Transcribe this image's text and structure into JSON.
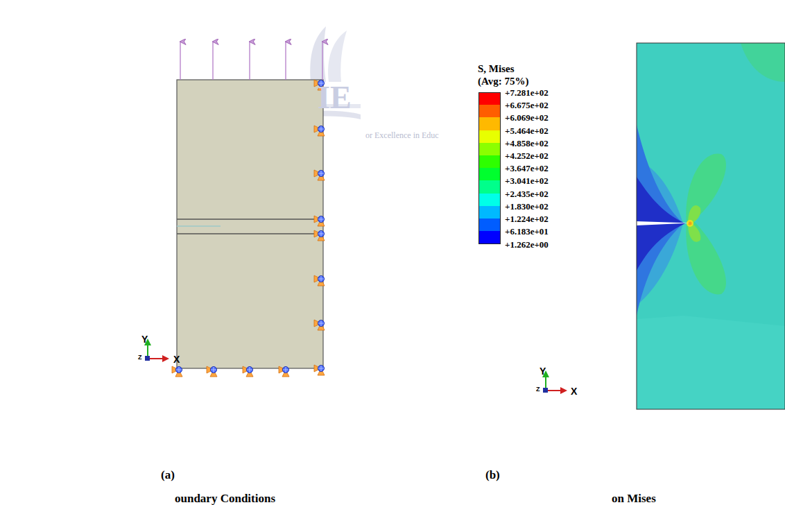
{
  "diagram": {
    "labels": [
      "IE",
      "or Excellence in Educ",
      "Y",
      "X",
      "Z",
      "S, Mises",
      "(Avg: 75%)",
      "+1.262e+00",
      "Y",
      "X",
      "Z",
      "(a)",
      "(b)",
      "oundary Conditions",
      "on Mises"
    ],
    "legend": [
      {
        "text": "+7.281e+02",
        "color": "#ff0000"
      },
      {
        "text": "+6.675e+02",
        "color": "#ff5d00"
      },
      {
        "text": "+6.069e+02",
        "color": "#ffb900"
      },
      {
        "text": "+5.464e+02",
        "color": "#e8ff00"
      },
      {
        "text": "+4.858e+02",
        "color": "#8bff00"
      },
      {
        "text": "+4.252e+02",
        "color": "#2eff00"
      },
      {
        "text": "+3.647e+02",
        "color": "#00ff2e"
      },
      {
        "text": "+3.041e+02",
        "color": "#00ff8b"
      },
      {
        "text": "+2.435e+02",
        "color": "#00ffe8"
      },
      {
        "text": "+1.830e+02",
        "color": "#00b9ff"
      },
      {
        "text": "+1.224e+02",
        "color": "#005dff"
      },
      {
        "text": "+6.183e+01",
        "color": "#0000ff"
      }
    ]
  }
}
